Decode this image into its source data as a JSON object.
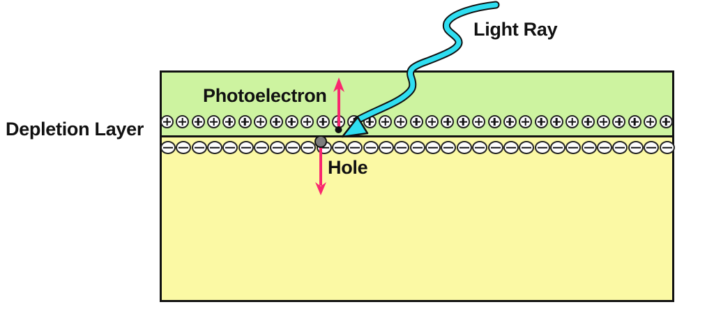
{
  "diagram": {
    "type": "photodiode-depletion-layer-cross-section",
    "labels": {
      "light_ray": "Light Ray",
      "photoelectron": "Photoelectron",
      "depletion_layer": "Depletion Layer",
      "hole": "Hole"
    },
    "regions": {
      "n_color": "#cdf3a0",
      "p_color": "#fbf9a4"
    },
    "colors": {
      "light_ray": "#2fdef1",
      "carrier_arrow": "#f9276f",
      "electron_dot": "#111111",
      "hole_dot": "#7d7d7d",
      "outline": "#111111",
      "ion_fill": "#fdfdfd"
    },
    "ions": {
      "positive": {
        "symbol": "+",
        "count": 33
      },
      "negative": {
        "symbol": "−",
        "count": 33
      }
    }
  }
}
